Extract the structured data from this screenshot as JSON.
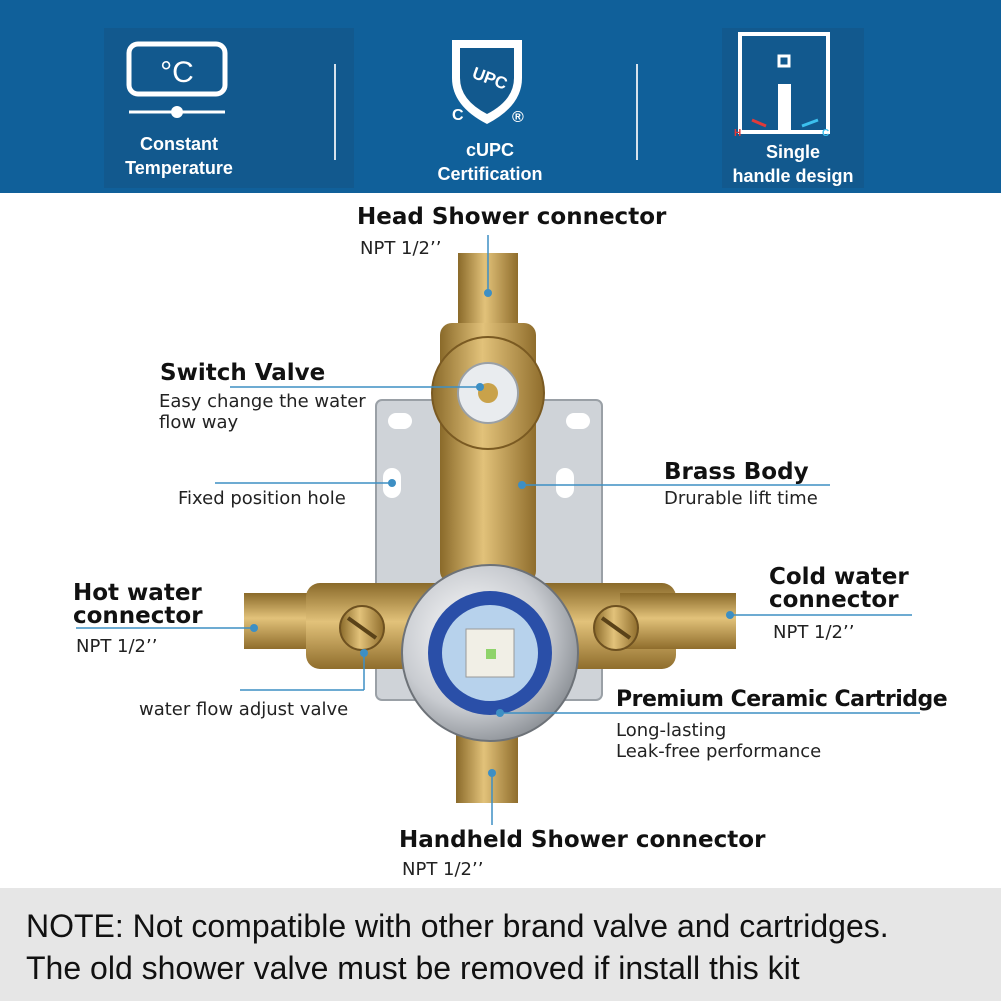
{
  "features": [
    {
      "label": "Constant\nTemperature",
      "icon": "thermostat-celsius-icon",
      "symbol": "°C"
    },
    {
      "label": "cUPC\nCertification",
      "icon": "cupc-shield-icon",
      "shield_text": "UPC",
      "c_mark": "C",
      "r_mark": "®"
    },
    {
      "label": "Single\nhandle design",
      "icon": "single-handle-icon",
      "h_mark": "H",
      "c_mark": "C"
    }
  ],
  "callouts": {
    "head_shower": {
      "title": "Head Shower connector",
      "sub": "NPT  1/2’’"
    },
    "switch_valve": {
      "title": "Switch Valve",
      "sub": "Easy change the water\nflow way"
    },
    "fixed_hole": {
      "sub": "Fixed position hole"
    },
    "brass_body": {
      "title": "Brass Body",
      "sub": "Drurable lift time"
    },
    "hot_water": {
      "title": "Hot water\nconnector",
      "sub": "NPT  1/2’’"
    },
    "cold_water": {
      "title": "Cold water\nconnector",
      "sub": "NPT  1/2’’"
    },
    "flow_adjust": {
      "sub": "water flow adjust valve"
    },
    "cartridge": {
      "title": "Premium Ceramic Cartridge",
      "sub": "Long-lasting\nLeak-free performance"
    },
    "handheld": {
      "title": "Handheld Shower connector",
      "sub": "NPT  1/2’’"
    }
  },
  "note": {
    "line1": "NOTE: Not compatible with other brand valve and cartridges.",
    "line2": "The old shower valve must be removed if install this kit"
  },
  "colors": {
    "banner": "#10609a",
    "panel": "#12598e",
    "brass": "#c9a24a",
    "leader": "#3d8fc4",
    "note_bg": "#e6e6e6"
  }
}
